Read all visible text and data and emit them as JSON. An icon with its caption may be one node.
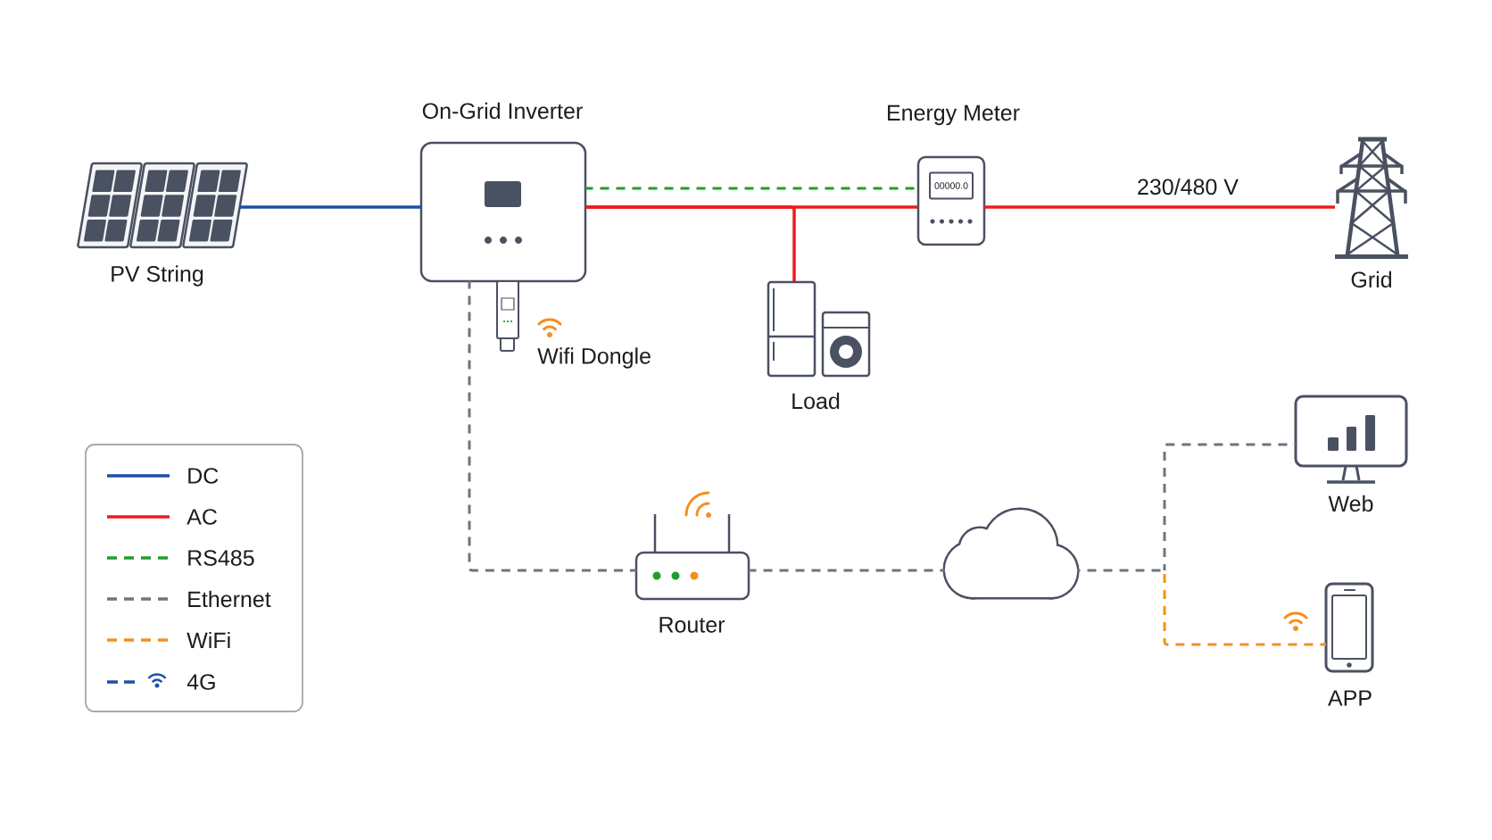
{
  "diagram": {
    "nodes": [
      {
        "text": [
          "PV String"
        ]
      },
      {
        "text": [
          "On-Grid Inverter"
        ]
      },
      {
        "text": [
          "Wifi Dongle"
        ]
      },
      {
        "text": [
          "Energy Meter",
          "00000.0"
        ]
      },
      {
        "text": [
          "Load"
        ]
      },
      {
        "text": [
          "Grid"
        ]
      },
      {
        "text": [
          "Router"
        ]
      },
      {
        "text": [],
        "shape": "cloud"
      },
      {
        "text": [
          "Web"
        ]
      },
      {
        "text": [
          "APP"
        ]
      }
    ],
    "edges": [
      {
        "from": 0,
        "to": 1,
        "arrow": "none",
        "color": "#1d4fa6"
      },
      {
        "from": 1,
        "to": 3,
        "arrow": "none",
        "style": "dashed",
        "color": "#1f9e2c"
      },
      {
        "from": 1,
        "to": 3,
        "arrow": "none",
        "color": "#ef1b1b"
      },
      {
        "from": 1,
        "to": 4,
        "arrow": "none",
        "color": "#ef1b1b"
      },
      {
        "from": 3,
        "to": 5,
        "arrow": "none",
        "color": "#ef1b1b",
        "label": "230/480 V"
      },
      {
        "from": 1,
        "to": 6,
        "arrow": "none",
        "style": "dashed",
        "color": "#6e7480"
      },
      {
        "from": 6,
        "to": 7,
        "arrow": "none",
        "style": "dashed",
        "color": "#6e7480"
      },
      {
        "from": 7,
        "to": 8,
        "arrow": "none",
        "style": "dashed",
        "color": "#6e7480"
      },
      {
        "from": 7,
        "to": 9,
        "arrow": "none",
        "style": "dashed",
        "color": "#f58f1f"
      }
    ],
    "legend": [
      {
        "text": "DC"
      },
      {
        "text": "AC"
      },
      {
        "text": "RS485"
      },
      {
        "text": "Ethernet"
      },
      {
        "text": "WiFi"
      },
      {
        "text": "4G"
      }
    ]
  }
}
